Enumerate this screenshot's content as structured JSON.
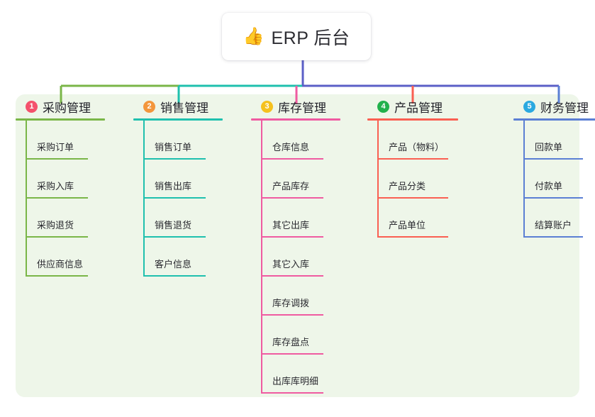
{
  "root": {
    "icon": "thumbs-up-icon",
    "emoji": "👍",
    "title": "ERP 后台"
  },
  "panel": {
    "background_color": "#eef6e9"
  },
  "columns": [
    {
      "index": "1",
      "badge_label": "1",
      "badge_color": "#f4516c",
      "line_color": "#7ab648",
      "title": "采购管理",
      "items": [
        {
          "label": "采购订单"
        },
        {
          "label": "采购入库"
        },
        {
          "label": "采购退货"
        },
        {
          "label": "供应商信息"
        }
      ]
    },
    {
      "index": "2",
      "badge_label": "2",
      "badge_color": "#f3963c",
      "line_color": "#1fc0ae",
      "title": "销售管理",
      "items": [
        {
          "label": "销售订单"
        },
        {
          "label": "销售出库"
        },
        {
          "label": "销售退货"
        },
        {
          "label": "客户信息"
        }
      ]
    },
    {
      "index": "3",
      "badge_label": "3",
      "badge_color": "#f5c11e",
      "line_color": "#ef5ba1",
      "title": "库存管理",
      "items": [
        {
          "label": "仓库信息"
        },
        {
          "label": "产品库存"
        },
        {
          "label": "其它出库"
        },
        {
          "label": "其它入库"
        },
        {
          "label": "库存调拨"
        },
        {
          "label": "库存盘点"
        },
        {
          "label": "出库库明细"
        }
      ]
    },
    {
      "index": "4",
      "badge_label": "4",
      "badge_color": "#22b14c",
      "line_color": "#fa5f52",
      "title": "产品管理",
      "items": [
        {
          "label": "产品（物料）"
        },
        {
          "label": "产品分类"
        },
        {
          "label": "产品单位"
        }
      ]
    },
    {
      "index": "5",
      "badge_label": "5",
      "badge_color": "#2aa9e0",
      "line_color": "#5b7fd4",
      "title": "财务管理",
      "items": [
        {
          "label": "回款单"
        },
        {
          "label": "付款单"
        },
        {
          "label": "结算账户"
        }
      ]
    }
  ],
  "connectors": {
    "trunk_color": "#5b5fc7",
    "bar_segments": [
      {
        "color": "#7ab648"
      },
      {
        "color": "#1fc0ae"
      },
      {
        "color": "#5b5fc7"
      }
    ]
  }
}
